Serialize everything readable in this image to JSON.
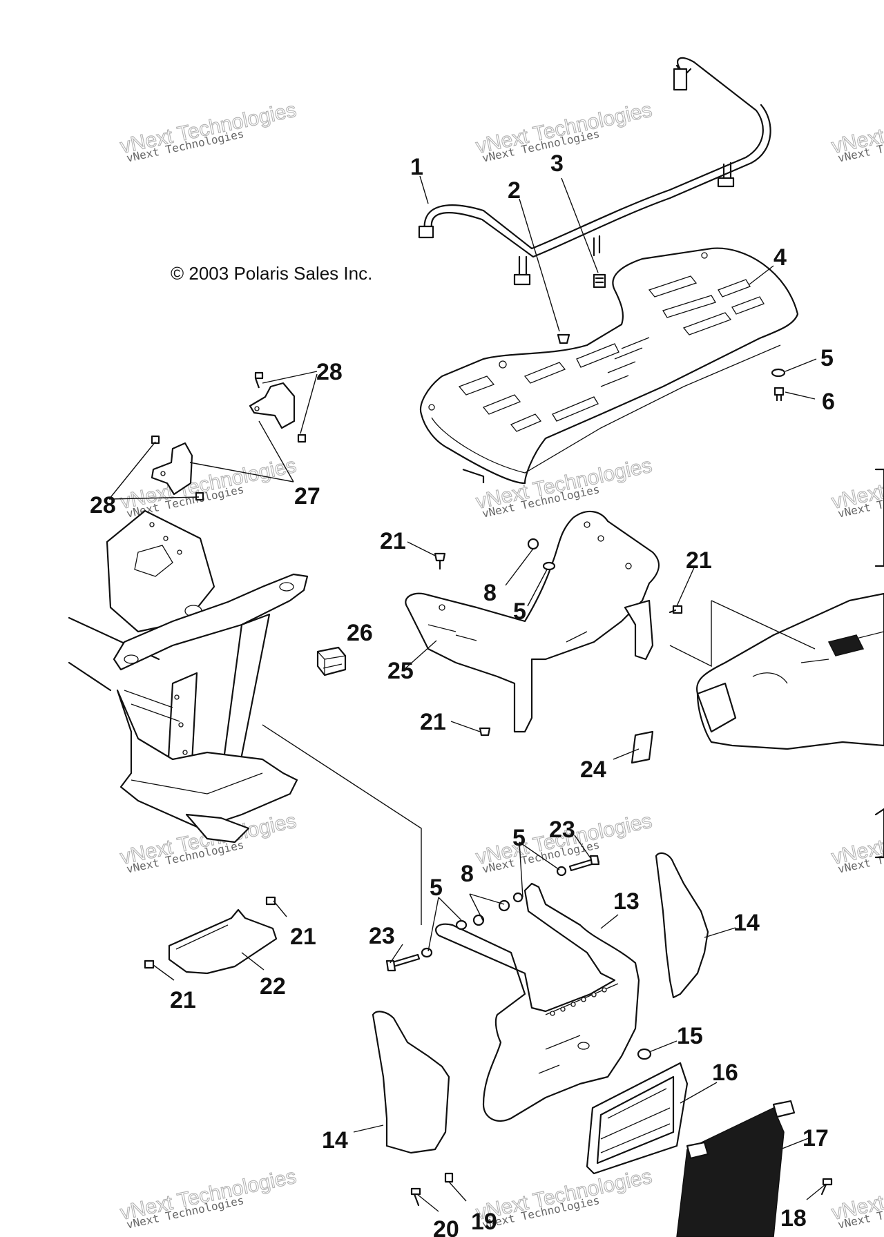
{
  "copyright": "© 2003 Polaris Sales Inc.",
  "watermark": {
    "line1": "vNext Technologies",
    "line2": "vNext Technologies"
  },
  "callouts": [
    "1",
    "2",
    "3",
    "4",
    "5",
    "6",
    "28",
    "27",
    "28",
    "21",
    "8",
    "5",
    "21",
    "25",
    "26",
    "21",
    "24",
    "5",
    "23",
    "8",
    "5",
    "13",
    "23",
    "14",
    "21",
    "22",
    "21",
    "15",
    "16",
    "14",
    "17",
    "20",
    "19",
    "18"
  ]
}
